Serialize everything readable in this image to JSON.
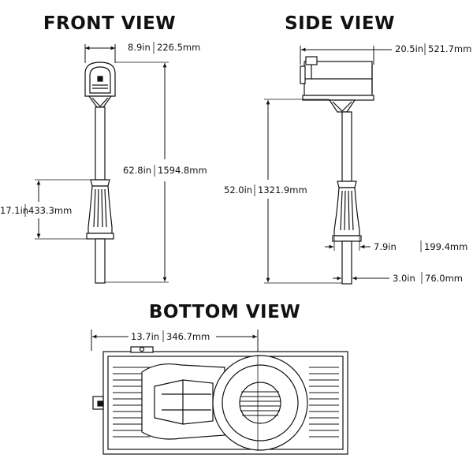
{
  "views": {
    "front": {
      "title": "FRONT VIEW",
      "dims": {
        "width": {
          "in": "8.9in",
          "mm": "226.5mm"
        },
        "height": {
          "in": "62.8in",
          "mm": "1594.8mm"
        },
        "base": {
          "in": "17.1in",
          "mm": "433.3mm"
        }
      }
    },
    "side": {
      "title": "SIDE VIEW",
      "dims": {
        "depth": {
          "in": "20.5in",
          "mm": "521.7mm"
        },
        "height": {
          "in": "52.0in",
          "mm": "1321.9mm"
        },
        "base": {
          "in": "7.9in",
          "mm": "199.4mm"
        },
        "post": {
          "in": "3.0in",
          "mm": "76.0mm"
        }
      }
    },
    "bottom": {
      "title": "BOTTOM VIEW",
      "dims": {
        "length": {
          "in": "13.7in",
          "mm": "346.7mm"
        }
      }
    }
  }
}
